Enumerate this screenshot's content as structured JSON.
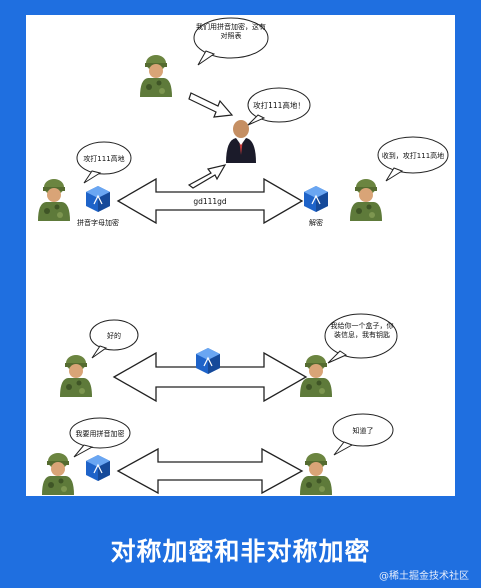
{
  "diagram": {
    "symmetric": {
      "soldier_top_bubble": "我们用拼音加密，这有对照表",
      "officer_bubble": "攻打111高地！",
      "left_bubble": "攻打111高地",
      "right_bubble": "收到，攻打111高地",
      "cipher_text": "gd111gd",
      "encrypt_label": "拼音字母加密",
      "decrypt_label": "解密"
    },
    "asymmetric": {
      "left_top_bubble": "好的",
      "right_top_bubble": "我给你一个盒子，你装信息，我有钥匙",
      "left_bottom_bubble": "我要用拼音加密",
      "right_bottom_bubble": "知道了"
    }
  },
  "caption": "对称加密和非对称加密",
  "credit": "@稀土掘金技术社区",
  "colors": {
    "background": "#1f6fe0",
    "uniform": "#5e7a3a",
    "cube": "#1e63c9"
  }
}
